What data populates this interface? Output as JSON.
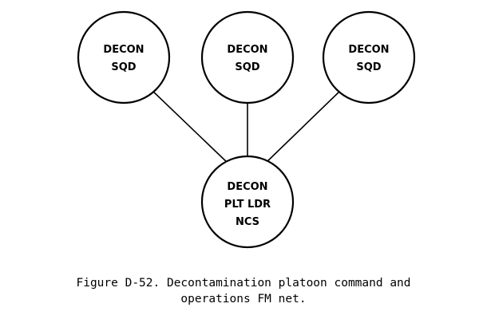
{
  "diagram": {
    "nodes": [
      {
        "id": "squad-left",
        "lines": [
          "DECON",
          "SQD"
        ]
      },
      {
        "id": "squad-center",
        "lines": [
          "DECON",
          "SQD"
        ]
      },
      {
        "id": "squad-right",
        "lines": [
          "DECON",
          "SQD"
        ]
      },
      {
        "id": "platoon-leader",
        "lines": [
          "DECON",
          "PLT LDR",
          "NCS"
        ]
      }
    ],
    "edges": [
      {
        "from": "squad-left",
        "to": "platoon-leader"
      },
      {
        "from": "squad-center",
        "to": "platoon-leader"
      },
      {
        "from": "squad-right",
        "to": "platoon-leader"
      }
    ]
  },
  "caption": {
    "line1": "Figure D-52. Decontamination platoon command and",
    "line2": "operations FM net."
  }
}
